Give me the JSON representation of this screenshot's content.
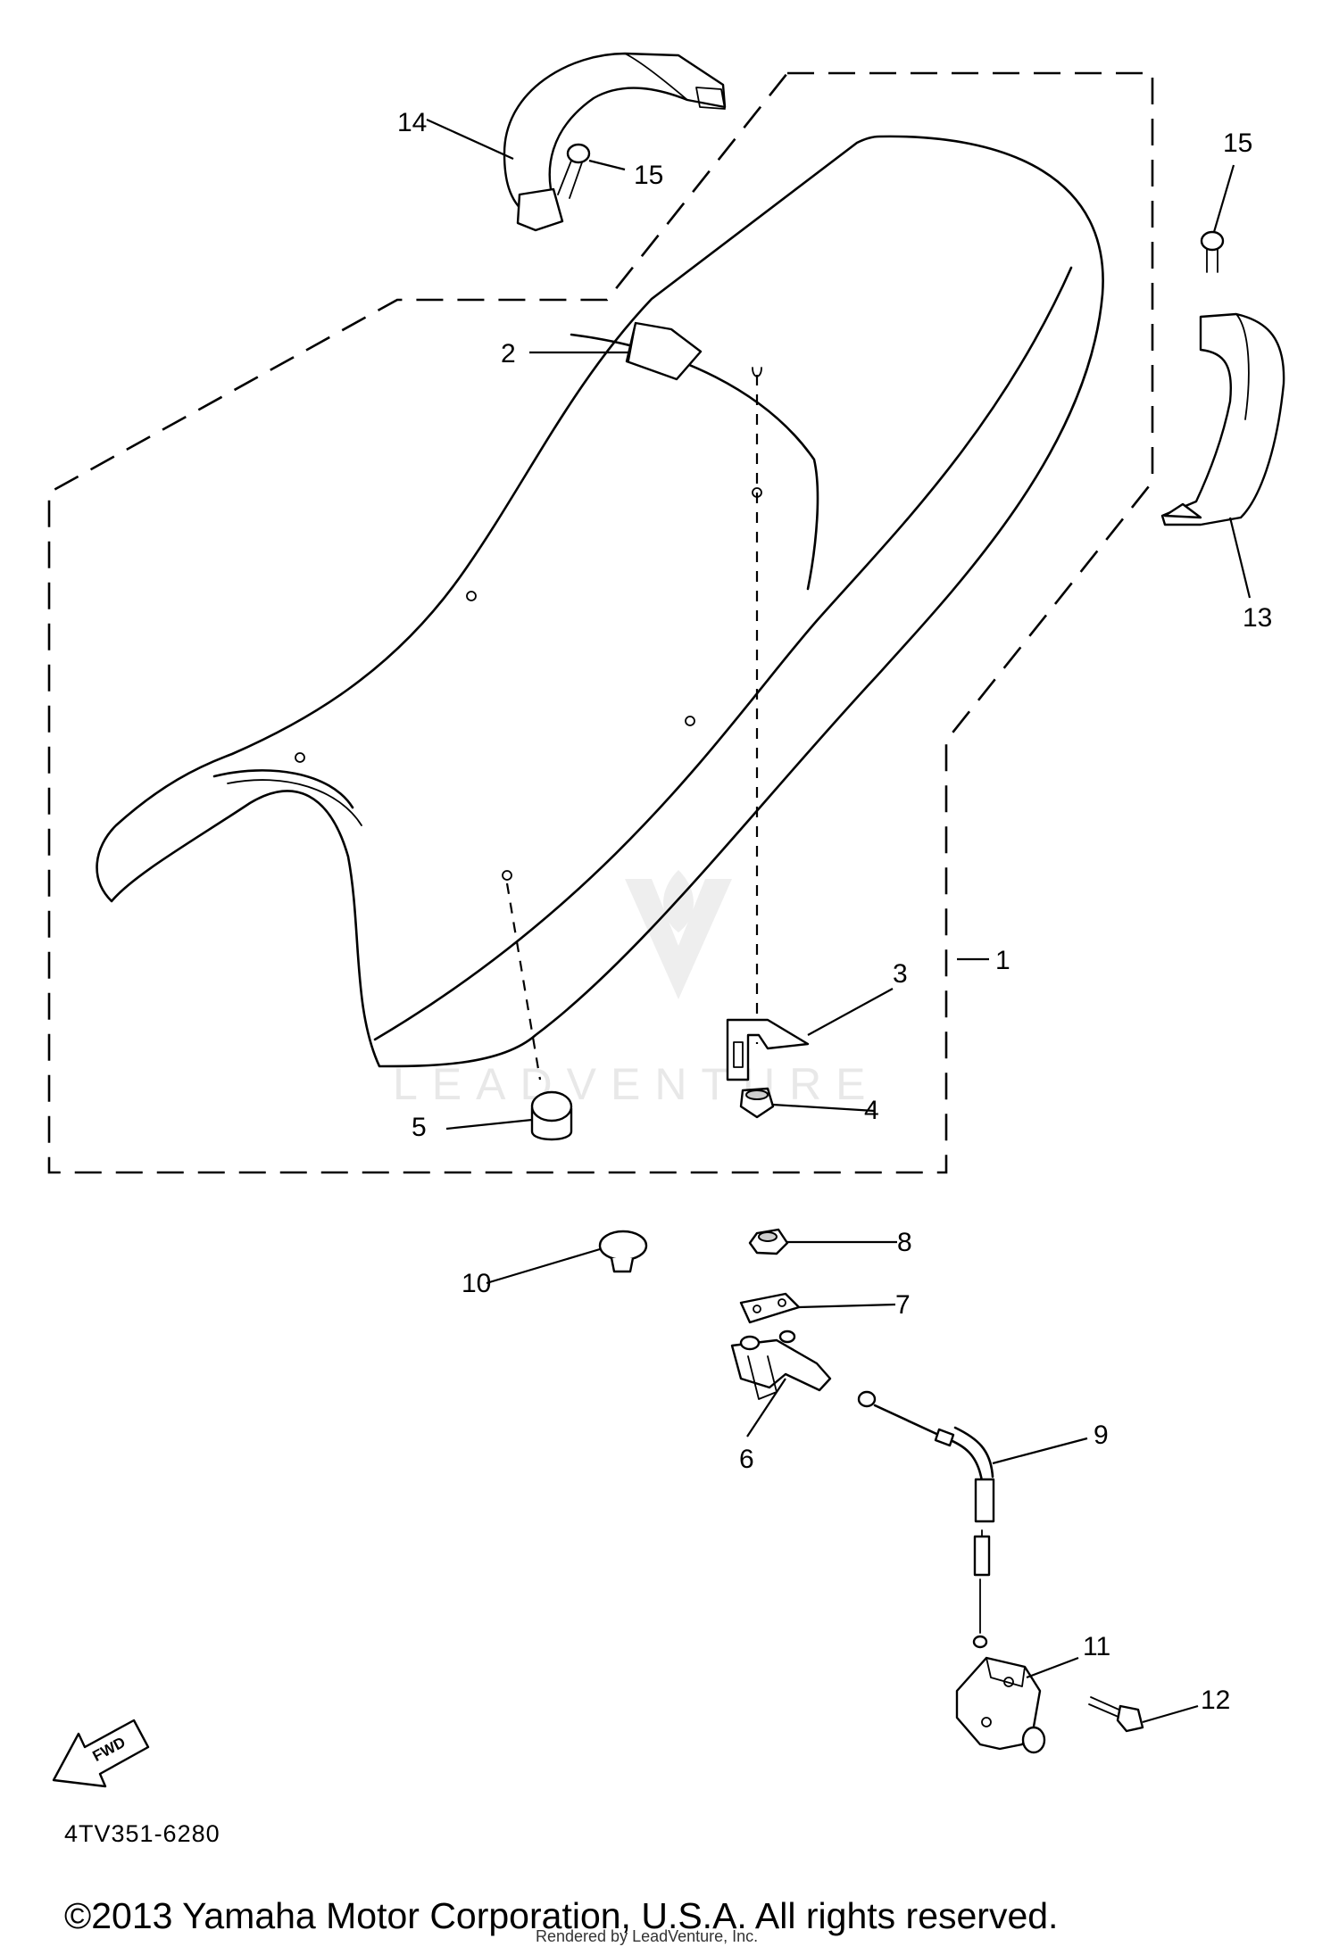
{
  "diagram": {
    "part_labels": {
      "p1": "1",
      "p2": "2",
      "p3": "3",
      "p4": "4",
      "p5": "5",
      "p6": "6",
      "p7": "7",
      "p8": "8",
      "p9": "9",
      "p10": "10",
      "p11": "11",
      "p12": "12",
      "p13": "13",
      "p14": "14",
      "p15a": "15",
      "p15b": "15"
    },
    "fwd_label": "FWD",
    "diagram_code": "4TV351-6280"
  },
  "watermark": {
    "text": "LEADVENTURE"
  },
  "footer": {
    "copyright": "©2013 Yamaha Motor Corporation, U.S.A. All rights reserved.",
    "rendered_by": "Rendered by LeadVenture, Inc."
  }
}
